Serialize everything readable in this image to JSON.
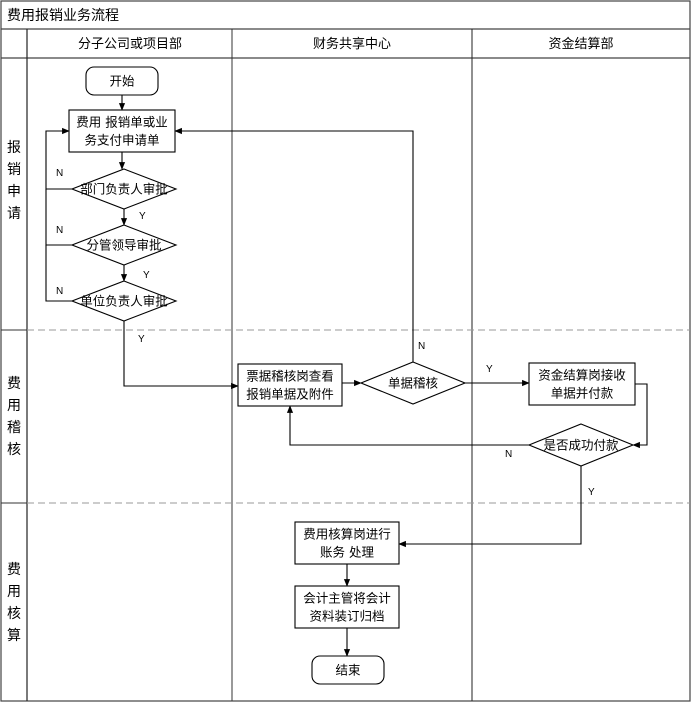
{
  "title": "费用报销业务流程",
  "columns": [
    {
      "id": "branch",
      "label": "分子公司或项目部"
    },
    {
      "id": "fssc",
      "label": "财务共享中心"
    },
    {
      "id": "treasury",
      "label": "资金结算部"
    }
  ],
  "phases": [
    {
      "id": "apply",
      "label": "报销申请"
    },
    {
      "id": "audit",
      "label": "费用稽核"
    },
    {
      "id": "accounting",
      "label": "费用核算"
    }
  ],
  "nodes": {
    "start": {
      "type": "terminal",
      "lines": [
        "开始"
      ]
    },
    "form": {
      "type": "process",
      "lines": [
        "费用 报销单或业",
        "务支付申请单"
      ]
    },
    "dept_approval": {
      "type": "decision",
      "lines": [
        "部门负责人审批"
      ]
    },
    "leader_approval": {
      "type": "decision",
      "lines": [
        "分管领导审批"
      ]
    },
    "unit_approval": {
      "type": "decision",
      "lines": [
        "单位负责人审批"
      ]
    },
    "bill_review": {
      "type": "process",
      "lines": [
        "票据稽核岗查看",
        "报销单据及附件"
      ]
    },
    "doc_audit": {
      "type": "decision",
      "lines": [
        "单据稽核"
      ]
    },
    "payment": {
      "type": "process",
      "lines": [
        "资金结算岗接收",
        "单据并付款"
      ]
    },
    "pay_success": {
      "type": "decision",
      "lines": [
        "是否成功付款"
      ]
    },
    "bookkeeping": {
      "type": "process",
      "lines": [
        "费用核算岗进行",
        "账务 处理"
      ]
    },
    "archive": {
      "type": "process",
      "lines": [
        "会计主管将会计",
        "资料装订归档"
      ]
    },
    "end": {
      "type": "terminal",
      "lines": [
        "结束"
      ]
    }
  },
  "edges": [
    {
      "from": "start",
      "to": "form",
      "label": ""
    },
    {
      "from": "form",
      "to": "dept_approval",
      "label": ""
    },
    {
      "from": "dept_approval",
      "to": "leader_approval",
      "label": "Y"
    },
    {
      "from": "dept_approval",
      "to": "form",
      "label": "N"
    },
    {
      "from": "leader_approval",
      "to": "unit_approval",
      "label": "Y"
    },
    {
      "from": "leader_approval",
      "to": "form",
      "label": "N"
    },
    {
      "from": "unit_approval",
      "to": "bill_review",
      "label": "Y"
    },
    {
      "from": "unit_approval",
      "to": "form",
      "label": "N"
    },
    {
      "from": "bill_review",
      "to": "doc_audit",
      "label": ""
    },
    {
      "from": "doc_audit",
      "to": "payment",
      "label": "Y"
    },
    {
      "from": "doc_audit",
      "to": "form",
      "label": "N"
    },
    {
      "from": "payment",
      "to": "pay_success",
      "label": ""
    },
    {
      "from": "pay_success",
      "to": "bill_review",
      "label": "N"
    },
    {
      "from": "pay_success",
      "to": "bookkeeping",
      "label": "Y"
    },
    {
      "from": "bookkeeping",
      "to": "archive",
      "label": ""
    },
    {
      "from": "archive",
      "to": "end",
      "label": ""
    }
  ],
  "colors": {
    "line": "#000000",
    "border": "#333333",
    "divider": "#999999",
    "background": "#ffffff"
  }
}
